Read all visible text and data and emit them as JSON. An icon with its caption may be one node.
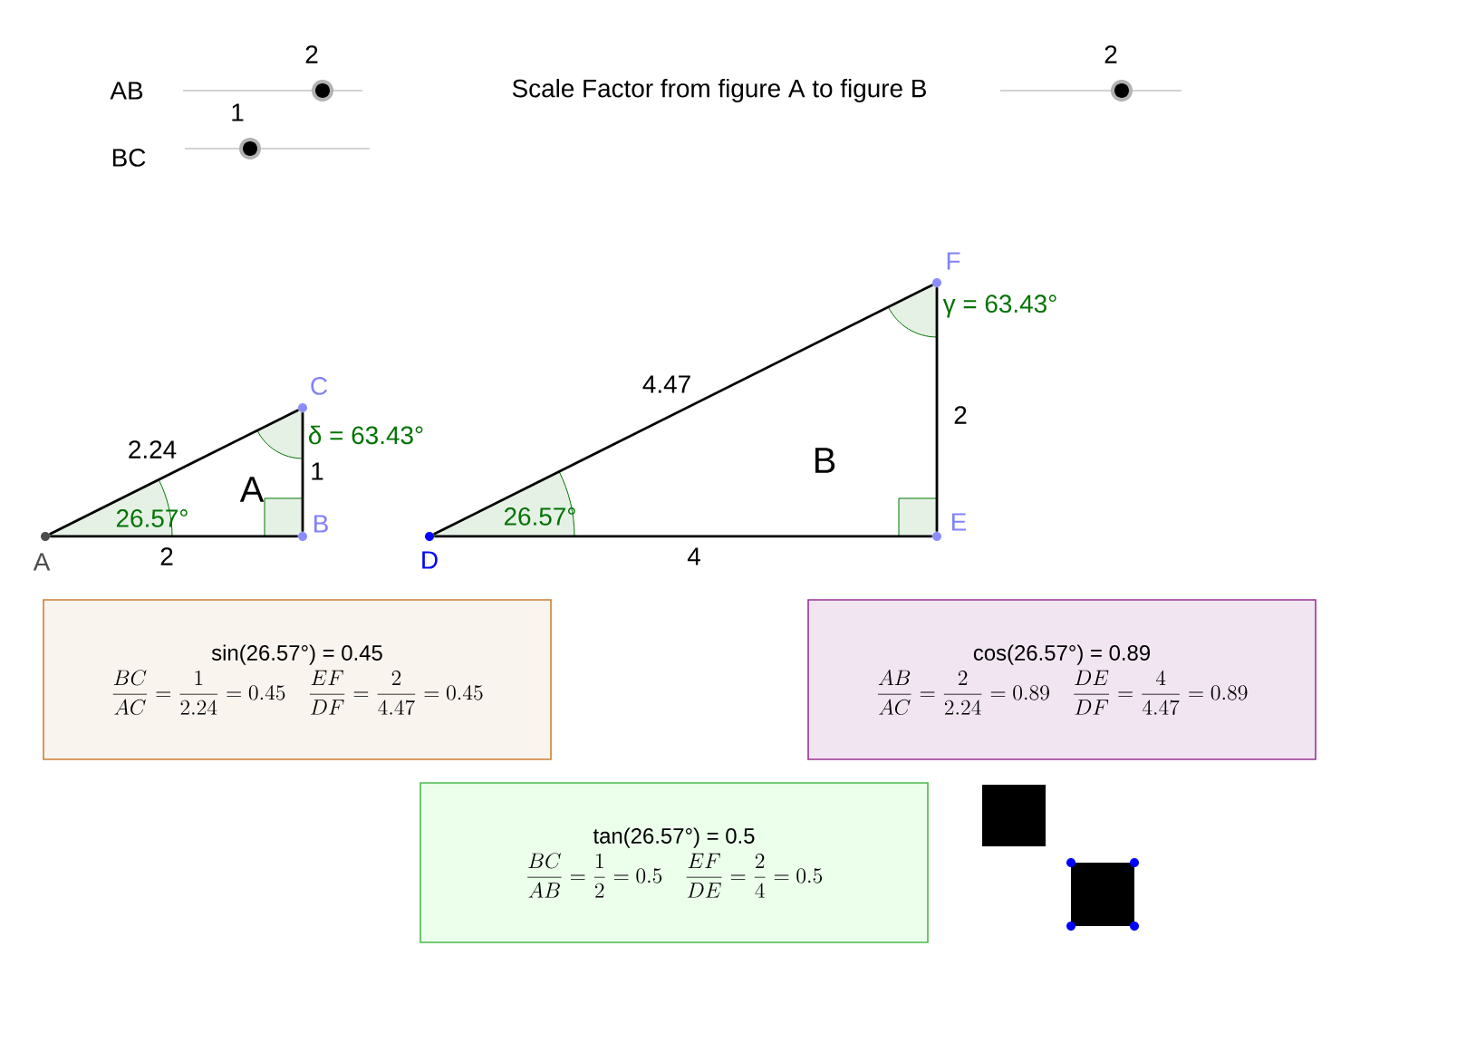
{
  "diagram": {
    "nodes": [
      {
        "text": [],
        "shape": "circle",
        "beside": [
          "A"
        ]
      },
      {
        "text": [],
        "shape": "circle",
        "beside": [
          "B"
        ]
      },
      {
        "text": [],
        "shape": "circle",
        "beside": [
          "C"
        ]
      },
      {
        "text": [],
        "shape": "circle",
        "beside": [
          "D"
        ]
      },
      {
        "text": [],
        "shape": "circle",
        "beside": [
          "E"
        ]
      },
      {
        "text": [],
        "shape": "circle",
        "beside": [
          "F"
        ]
      },
      {
        "text": [
          "sin(26.57°) = 0.45",
          "\\frac{BC}{AC} = \\frac{1}{2.24} = 0.45",
          "\\frac{EF}{DF} = \\frac{2}{4.47} = 0.45"
        ]
      },
      {
        "text": [
          "cos(26.57°) = 0.89",
          "\\frac{AB}{AC} = \\frac{2}{2.24} = 0.89",
          "\\frac{DE}{DF} = \\frac{4}{4.47} = 0.89"
        ]
      },
      {
        "text": [
          "tan(26.57°) = 0.5",
          "\\frac{BC}{AB} = \\frac{1}{2} = 0.5",
          "\\frac{EF}{DE} = \\frac{2}{4} = 0.5"
        ]
      }
    ],
    "edges": [
      {
        "from": 0,
        "to": 1,
        "arrow": "none",
        "label": "2"
      },
      {
        "from": 1,
        "to": 2,
        "arrow": "none",
        "label": "1"
      },
      {
        "from": 0,
        "to": 2,
        "arrow": "none",
        "label": "2.24"
      },
      {
        "from": 3,
        "to": 4,
        "arrow": "none",
        "label": "4"
      },
      {
        "from": 4,
        "to": 5,
        "arrow": "none",
        "label": "2"
      },
      {
        "from": 3,
        "to": 5,
        "arrow": "none",
        "label": "4.47"
      }
    ],
    "labels": [
      "AB",
      "2",
      "BC",
      "1",
      "Scale Factor from figure A to figure B",
      "2",
      "δ = 63.43°",
      "γ = 63.43°",
      "26.57°",
      "26.57°",
      "A",
      "B"
    ]
  }
}
